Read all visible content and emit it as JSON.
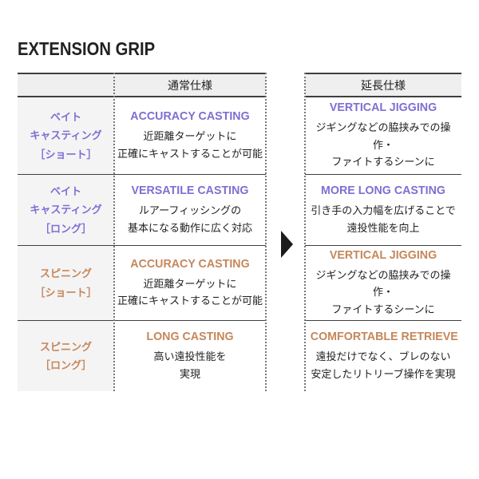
{
  "title": "EXTENSION GRIP",
  "colors": {
    "accent_purple": "#7e6fd2",
    "accent_orange": "#c5875a",
    "header_bg": "#efeff0",
    "label_bg": "#f4f4f5",
    "line": "#3f3f3f"
  },
  "icons": {
    "arrow": "right-triangle-icon"
  },
  "table": {
    "headers": {
      "normal": "通常仕様",
      "extended": "延長仕様"
    },
    "rows": [
      {
        "accent": "#7e6fd2",
        "label_lines": [
          "ベイト",
          "キャスティング",
          "［ショート］"
        ],
        "normal": {
          "heading": "ACCURACY CASTING",
          "lines": [
            "近距離ターゲットに",
            "正確にキャストすることが可能"
          ]
        },
        "extended": {
          "heading": "VERTICAL JIGGING",
          "lines": [
            "ジギングなどの脇挟みでの操作・",
            "ファイトするシーンに"
          ]
        }
      },
      {
        "accent": "#7e6fd2",
        "label_lines": [
          "ベイト",
          "キャスティング",
          "［ロング］"
        ],
        "normal": {
          "heading": "VERSATILE CASTING",
          "lines": [
            "ルアーフィッシングの",
            "基本になる動作に広く対応"
          ]
        },
        "extended": {
          "heading": "MORE LONG CASTING",
          "lines": [
            "引き手の入力幅を広げることで",
            "遠投性能を向上"
          ]
        }
      },
      {
        "accent": "#c5875a",
        "label_lines": [
          "スピニング",
          "［ショート］"
        ],
        "normal": {
          "heading": "ACCURACY CASTING",
          "lines": [
            "近距離ターゲットに",
            "正確にキャストすることが可能"
          ]
        },
        "extended": {
          "heading": "VERTICAL JIGGING",
          "lines": [
            "ジギングなどの脇挟みでの操作・",
            "ファイトするシーンに"
          ]
        }
      },
      {
        "accent": "#c5875a",
        "label_lines": [
          "スピニング",
          "［ロング］"
        ],
        "normal": {
          "heading": "LONG CASTING",
          "lines": [
            "高い遠投性能を",
            "実現"
          ]
        },
        "extended": {
          "heading": "COMFORTABLE RETRIEVE",
          "lines": [
            "遠投だけでなく、ブレのない",
            "安定したリトリーブ操作を実現"
          ]
        }
      }
    ]
  }
}
